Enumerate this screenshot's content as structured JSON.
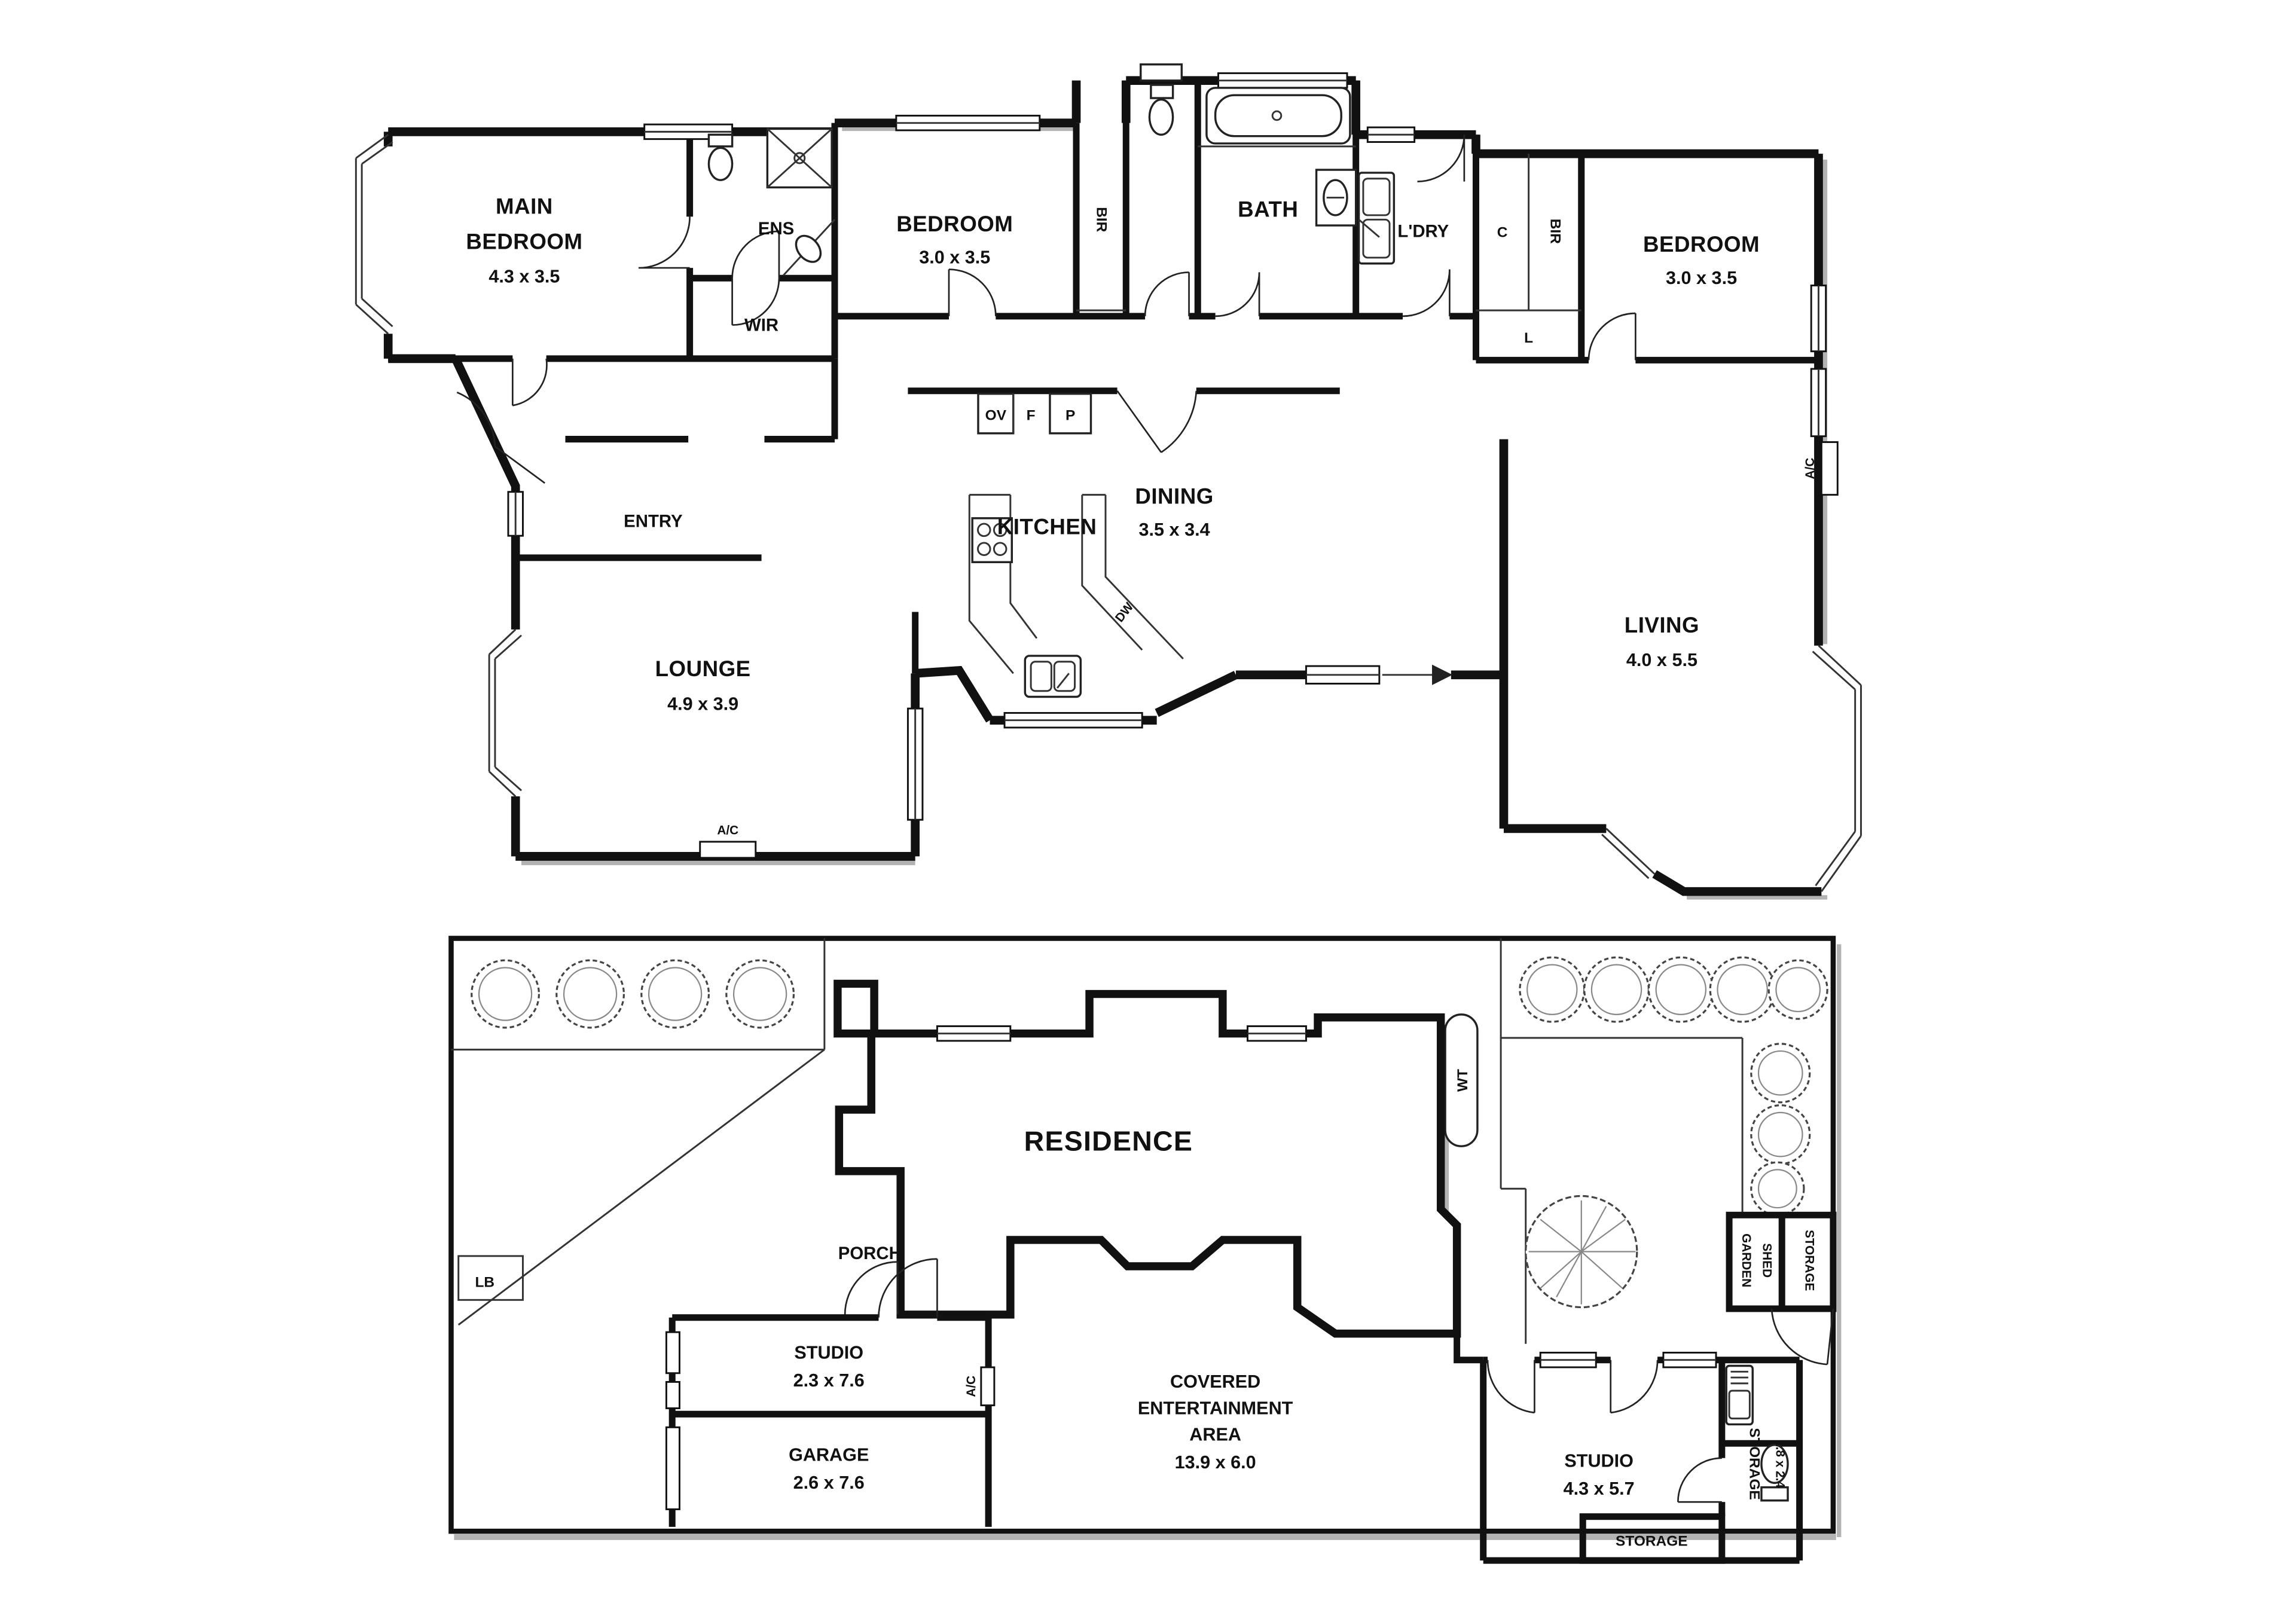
{
  "upper": {
    "main_bedroom": {
      "l1": "MAIN",
      "l2": "BEDROOM",
      "dims": "4.3 x 3.5"
    },
    "ens": "ENS",
    "wir": "WIR",
    "bedroom2": {
      "name": "BEDROOM",
      "dims": "3.0 x 3.5"
    },
    "bedroom3": {
      "name": "BEDROOM",
      "dims": "3.0 x 3.5"
    },
    "bir": "BIR",
    "bath": "BATH",
    "ldry": "L'DRY",
    "c": "C",
    "l": "L",
    "entry": "ENTRY",
    "ov": "OV",
    "f": "F",
    "p": "P",
    "kitchen": "KITCHEN",
    "dw": "DW",
    "dining": {
      "name": "DINING",
      "dims": "3.5 x 3.4"
    },
    "living": {
      "name": "LIVING",
      "dims": "4.0 x 5.5"
    },
    "lounge": {
      "name": "LOUNGE",
      "dims": "4.9 x 3.9"
    },
    "ac": "A/C"
  },
  "site": {
    "residence": "RESIDENCE",
    "porch": "PORCH",
    "lb": "LB",
    "wt": "WT",
    "garden_shed": {
      "l1": "GARDEN",
      "l2": "SHED"
    },
    "storage": "STORAGE",
    "storage_small": {
      "name": "STORAGE",
      "dims": "1.8 x 2.4"
    },
    "studio_small": {
      "name": "STUDIO",
      "dims": "2.3 x 7.6"
    },
    "garage": {
      "name": "GARAGE",
      "dims": "2.6 x 7.6"
    },
    "covered": {
      "l1": "COVERED",
      "l2": "ENTERTAINMENT",
      "l3": "AREA",
      "dims": "13.9 x 6.0"
    },
    "studio_large": {
      "name": "STUDIO",
      "dims": "4.3 x 5.7"
    }
  },
  "colors": {
    "wall": "#111111",
    "line": "#333333",
    "shadow": "#b3b3b3",
    "paper": "#ffffff"
  }
}
